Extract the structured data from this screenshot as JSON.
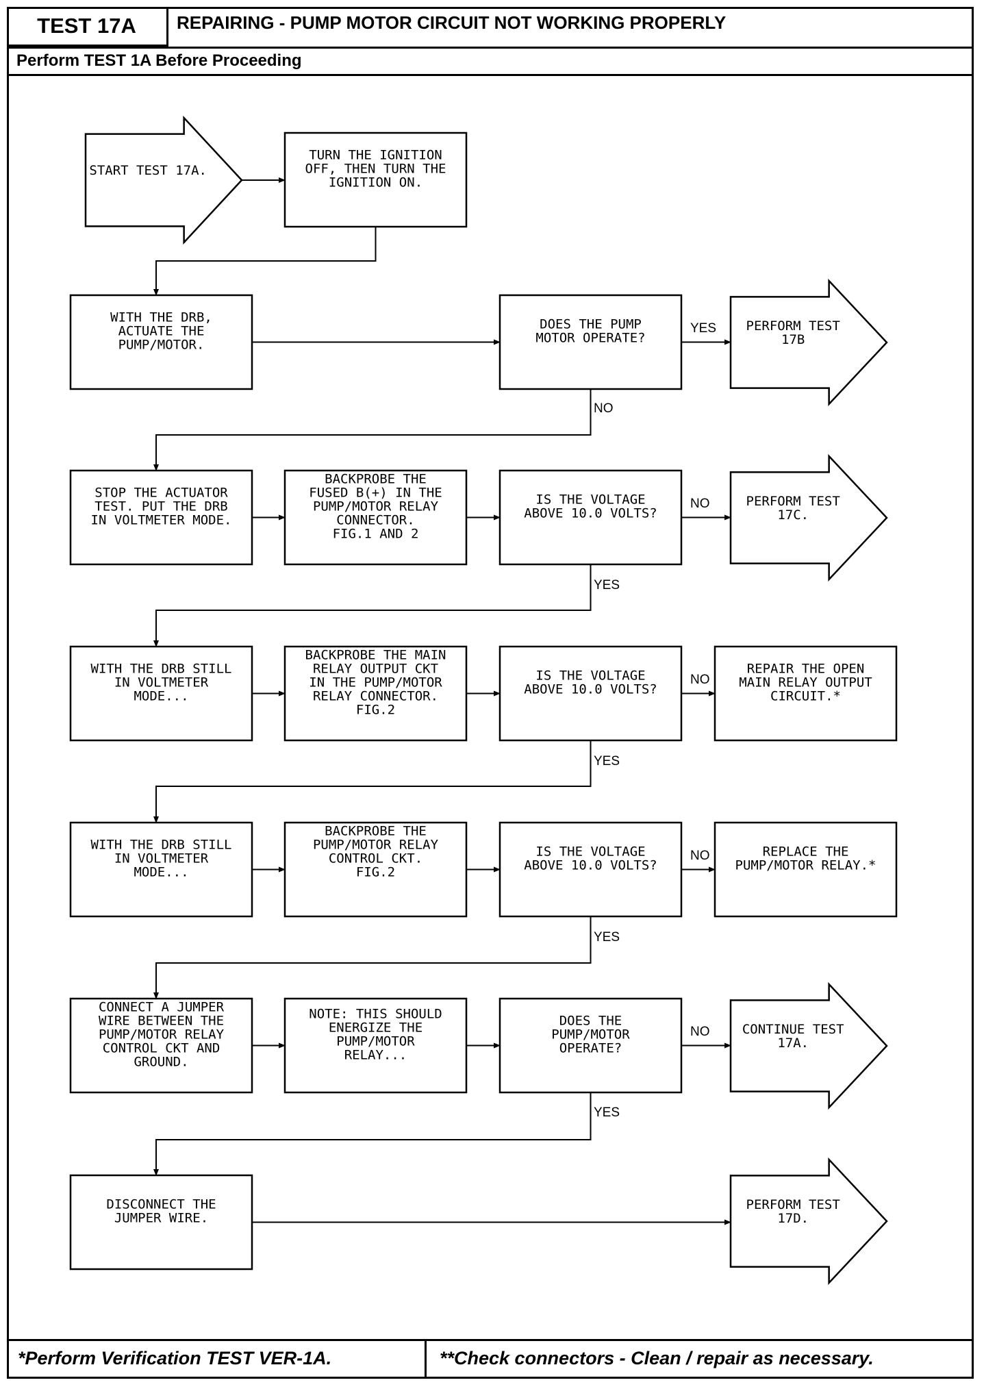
{
  "header": {
    "test_id": "TEST 17A",
    "title": "REPAIRING - PUMP MOTOR CIRCUIT NOT WORKING PROPERLY",
    "prerequisite": "Perform TEST 1A Before Proceeding"
  },
  "footer": {
    "left": "*Perform Verification TEST VER-1A.",
    "right": "**Check connectors - Clean / repair as necessary."
  },
  "flow": {
    "start": [
      "START TEST 17A."
    ],
    "ignition": [
      "TURN THE IGNITION",
      "OFF, THEN TURN THE",
      "IGNITION ON."
    ],
    "actuate": [
      "WITH THE DRB,",
      "ACTUATE THE",
      "PUMP/MOTOR."
    ],
    "q_operate": [
      "DOES THE PUMP",
      "MOTOR OPERATE?"
    ],
    "test_17b": [
      "PERFORM TEST",
      "17B"
    ],
    "stop_actuator": [
      "STOP THE ACTUATOR",
      "TEST. PUT THE DRB",
      "IN VOLTMETER MODE."
    ],
    "backprobe_fused": [
      "BACKPROBE THE",
      "FUSED B(+) IN THE",
      "PUMP/MOTOR RELAY",
      "CONNECTOR.",
      "FIG.1 AND 2"
    ],
    "q_volt1": [
      "IS THE VOLTAGE",
      "ABOVE 10.0 VOLTS?"
    ],
    "test_17c": [
      "PERFORM TEST",
      "17C."
    ],
    "drb_still_1": [
      "WITH THE DRB STILL",
      "IN VOLTMETER",
      "MODE..."
    ],
    "backprobe_main": [
      "BACKPROBE THE MAIN",
      "RELAY OUTPUT CKT",
      "IN THE PUMP/MOTOR",
      "RELAY CONNECTOR.",
      "FIG.2"
    ],
    "q_volt2": [
      "IS THE VOLTAGE",
      "ABOVE 10.0 VOLTS?"
    ],
    "repair_open": [
      "REPAIR THE OPEN",
      "MAIN RELAY OUTPUT",
      "CIRCUIT.*"
    ],
    "drb_still_2": [
      "WITH THE DRB STILL",
      "IN VOLTMETER",
      "MODE..."
    ],
    "backprobe_control": [
      "BACKPROBE THE",
      "PUMP/MOTOR RELAY",
      "CONTROL CKT.",
      "",
      "FIG.2"
    ],
    "q_volt3": [
      "IS THE VOLTAGE",
      "ABOVE 10.0 VOLTS?"
    ],
    "replace_relay": [
      "REPLACE THE",
      "PUMP/MOTOR RELAY.*"
    ],
    "connect_jumper": [
      "CONNECT A JUMPER",
      "WIRE BETWEEN THE",
      "PUMP/MOTOR RELAY",
      "CONTROL CKT AND",
      "GROUND."
    ],
    "note": [
      "NOTE: THIS SHOULD",
      "ENERGIZE THE",
      "PUMP/MOTOR",
      "RELAY..."
    ],
    "q_pump_operate": [
      "DOES THE",
      "PUMP/MOTOR",
      "OPERATE?"
    ],
    "continue_17a": [
      "CONTINUE TEST",
      "17A."
    ],
    "disconnect": [
      "DISCONNECT THE",
      "JUMPER WIRE."
    ],
    "test_17d": [
      "PERFORM TEST",
      "17D."
    ]
  },
  "labels": {
    "yes": "YES",
    "no": "NO"
  }
}
